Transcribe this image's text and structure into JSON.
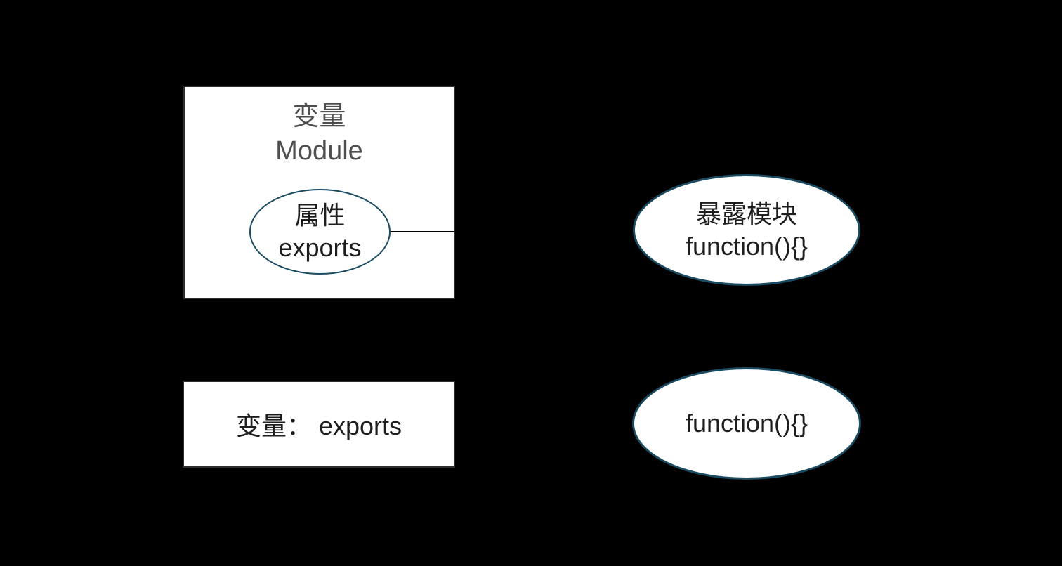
{
  "canvas": {
    "background": "#000000"
  },
  "colors": {
    "shape_fill": "#ffffff",
    "rect_border": "#2e2e2e",
    "ellipse_border": "#1a4b60",
    "muted_text": "#4f4f4f",
    "text": "#1e1e1e",
    "connector": "#000000"
  },
  "nodes": {
    "module_box": {
      "line1": "变量",
      "line2": "Module"
    },
    "property_ellipse": {
      "line1": "属性",
      "line2": "exports"
    },
    "expose_ellipse": {
      "line1": "暴露模块",
      "line2": "function(){}"
    },
    "variable_box": {
      "label": "变量： exports"
    },
    "function_ellipse": {
      "label": "function(){}"
    }
  }
}
